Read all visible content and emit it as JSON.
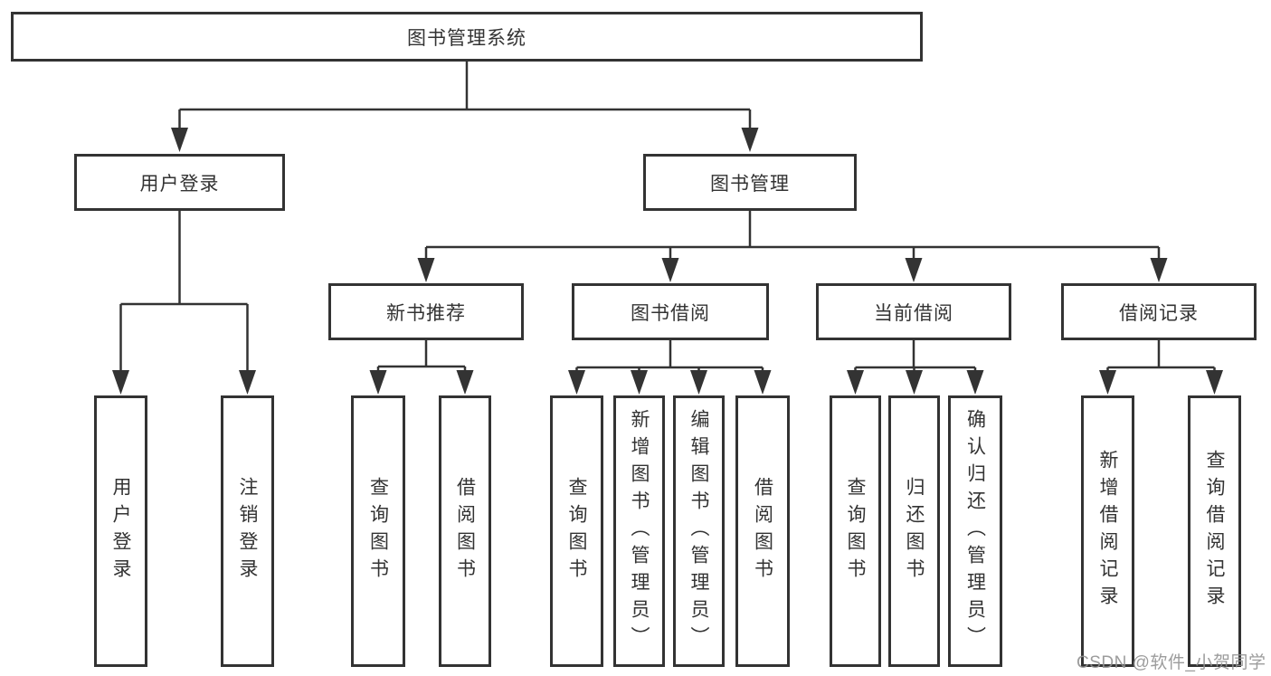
{
  "diagram": {
    "title": "图书管理系统",
    "root": {
      "label": "图书管理系统"
    },
    "level2": [
      {
        "label": "用户登录"
      },
      {
        "label": "图书管理"
      }
    ],
    "level3": [
      {
        "label": "新书推荐"
      },
      {
        "label": "图书借阅"
      },
      {
        "label": "当前借阅"
      },
      {
        "label": "借阅记录"
      }
    ],
    "leaves": [
      {
        "label": "用户登录",
        "parent": "用户登录"
      },
      {
        "label": "注销登录",
        "parent": "用户登录"
      },
      {
        "label": "查询图书",
        "parent": "新书推荐"
      },
      {
        "label": "借阅图书",
        "parent": "新书推荐"
      },
      {
        "label": "查询图书",
        "parent": "图书借阅"
      },
      {
        "label": "新增图书（管理员）",
        "parent": "图书借阅"
      },
      {
        "label": "编辑图书（管理员）",
        "parent": "图书借阅"
      },
      {
        "label": "借阅图书",
        "parent": "图书借阅"
      },
      {
        "label": "查询图书",
        "parent": "当前借阅"
      },
      {
        "label": "归还图书",
        "parent": "当前借阅"
      },
      {
        "label": "确认归还（管理员）",
        "parent": "当前借阅"
      },
      {
        "label": "新增借阅记录",
        "parent": "借阅记录"
      },
      {
        "label": "查询借阅记录",
        "parent": "借阅记录"
      }
    ]
  },
  "watermark": {
    "text": "CSDN @软件_小贺同学"
  },
  "colors": {
    "line": "#333333",
    "text": "#333333",
    "watermark": "#919191",
    "background": "#ffffff"
  }
}
